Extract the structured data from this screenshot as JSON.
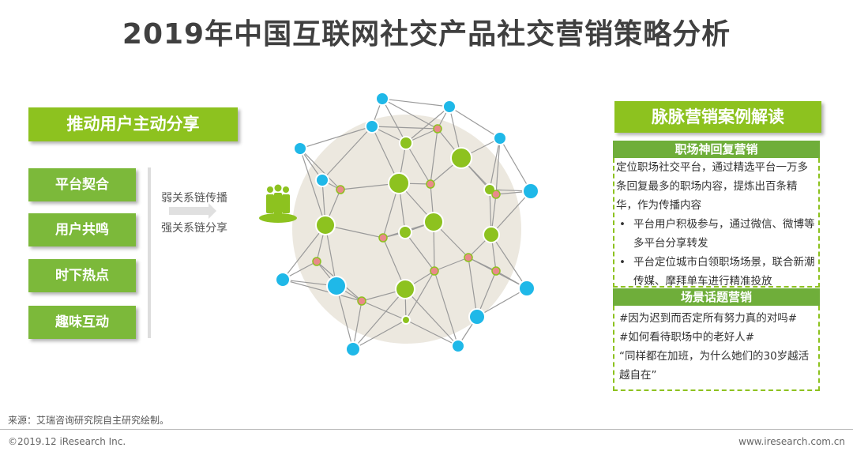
{
  "title": "2019年中国互联网社交产品社交营销策略分析",
  "left": {
    "header": "推动用户主动分享",
    "items": [
      "平台契合",
      "用户共鸣",
      "时下热点",
      "趣味互动"
    ],
    "arrow_top": "弱关系链传播",
    "arrow_bottom": "强关系链分享"
  },
  "right": {
    "header": "脉脉营销案例解读",
    "case1": {
      "title": "职场神回复营销",
      "intro": "定位职场社交平台，通过精选平台一万多条回复最多的职场内容，提炼出百条精华，作为传播内容",
      "bullets": [
        "平台用户积极参与，通过微信、微博等多平台分享转发",
        "平台定位城市白领职场场景，联合新潮传媒、摩拜单车进行精准投放"
      ]
    },
    "case2": {
      "title": "场景话题营销",
      "lines": [
        "#因为迟到而否定所有努力真的对吗#",
        "#如何看待职场中的老好人#",
        "“同样都在加班，为什么她们的30岁越活越自在”"
      ]
    }
  },
  "source": "来源：艾瑞咨询研究院自主研究绘制。",
  "footer": {
    "left": "©2019.12 iResearch Inc.",
    "right": "www.iresearch.com.cn"
  },
  "colors": {
    "green": "#8dc21f",
    "blue": "#1fb8e8",
    "pink": "#e98a8a"
  }
}
